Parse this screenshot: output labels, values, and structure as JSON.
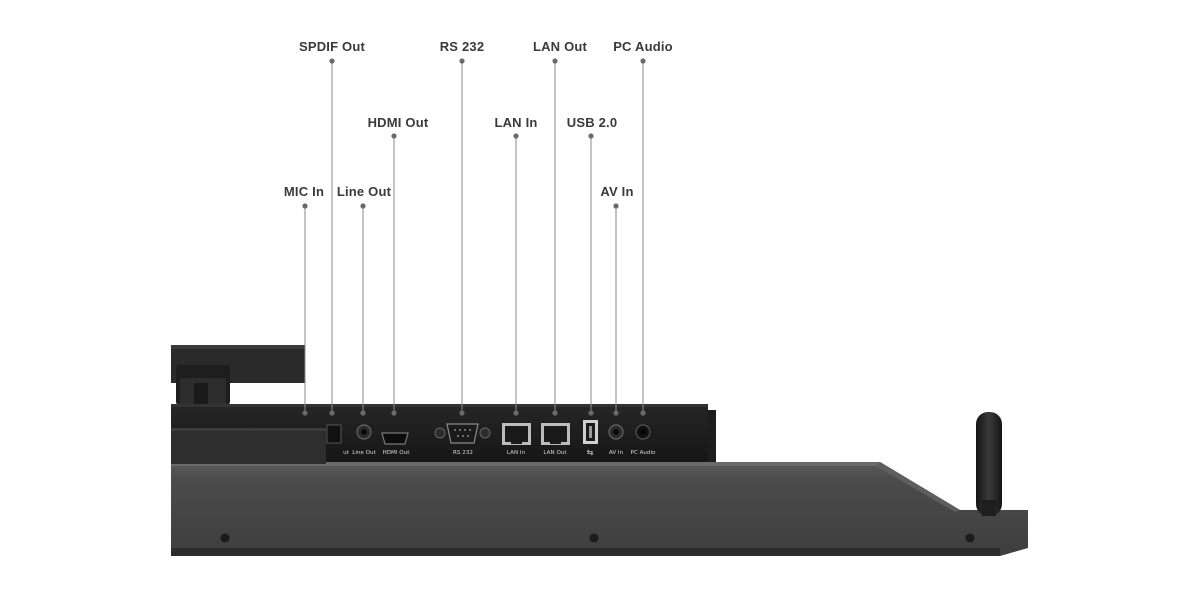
{
  "callouts": {
    "spdif_out": "SPDIF Out",
    "rs232": "RS 232",
    "lan_out": "LAN Out",
    "pc_audio": "PC Audio",
    "hdmi_out": "HDMI Out",
    "lan_in": "LAN In",
    "usb": "USB 2.0",
    "mic_in": "MIC In",
    "line_out": "Line Out",
    "av_in": "AV In"
  },
  "port_labels": {
    "spdif_partial": "ut",
    "line_out": "Line Out",
    "hdmi_out": "HDMI Out",
    "rs232": "RS 232",
    "lan_in": "LAN In",
    "lan_out": "LAN Out",
    "usb_symbol": "⇆",
    "av_in": "AV In",
    "pc_audio": "PC Audio"
  },
  "colors": {
    "callout_text": "#3a3a3a",
    "leader_line": "#8a8a8a",
    "panel_dark": "#1c1c1c",
    "chassis": "#4a4a4a"
  }
}
